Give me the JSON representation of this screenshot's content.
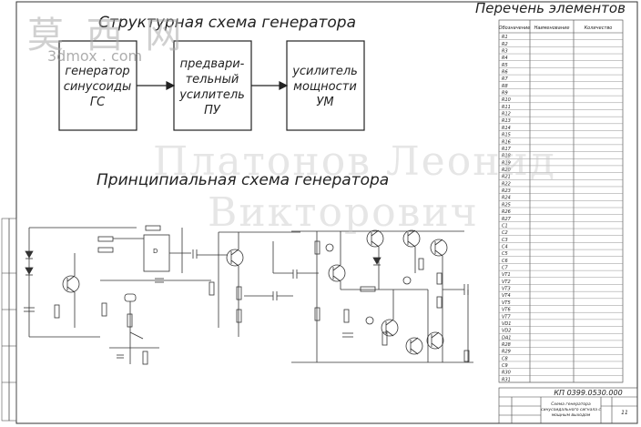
{
  "watermark": {
    "logo_text": "莫 西 网",
    "logo_url": "3dmox . com",
    "author_line1": "Платонов Леонид",
    "author_line2": "Викторович"
  },
  "structural": {
    "title": "Структурная схема генератора",
    "blocks": [
      {
        "line1": "генератор",
        "line2": "синусоиды",
        "line3": "ГС"
      },
      {
        "line1": "предвари-",
        "line2": "тельный",
        "line3": "усилитель",
        "line4": "ПУ"
      },
      {
        "line1": "усилитель",
        "line2": "мощности",
        "line3": "УМ"
      }
    ]
  },
  "principal": {
    "title": "Принципиальная схема генератора"
  },
  "elements_list": {
    "title": "Перечень элементов",
    "headers": [
      "Обозначение",
      "Наименование",
      "Количество"
    ],
    "rows": [
      "R1",
      "R2",
      "R3",
      "R4",
      "R5",
      "R6",
      "R7",
      "R8",
      "R9",
      "R10",
      "R11",
      "R12",
      "R13",
      "R14",
      "R15",
      "R16",
      "R17",
      "R18",
      "R19",
      "R20",
      "R21",
      "R22",
      "R23",
      "R24",
      "R25",
      "R26",
      "R27",
      "C1",
      "C2",
      "C3",
      "C4",
      "C5",
      "C6",
      "C7",
      "VT1",
      "VT2",
      "VT3",
      "VT4",
      "VT5",
      "VT6",
      "VT7",
      "VD1",
      "VD2",
      "DA1",
      "R28",
      "R29",
      "C8",
      "C9",
      "R30",
      "R31"
    ]
  },
  "title_block": {
    "code": "КП 0399.0530.000",
    "name1": "Схема генератора",
    "name2": "синусоидального сигнала с",
    "name3": "мощным выходом",
    "sheet": "11"
  }
}
